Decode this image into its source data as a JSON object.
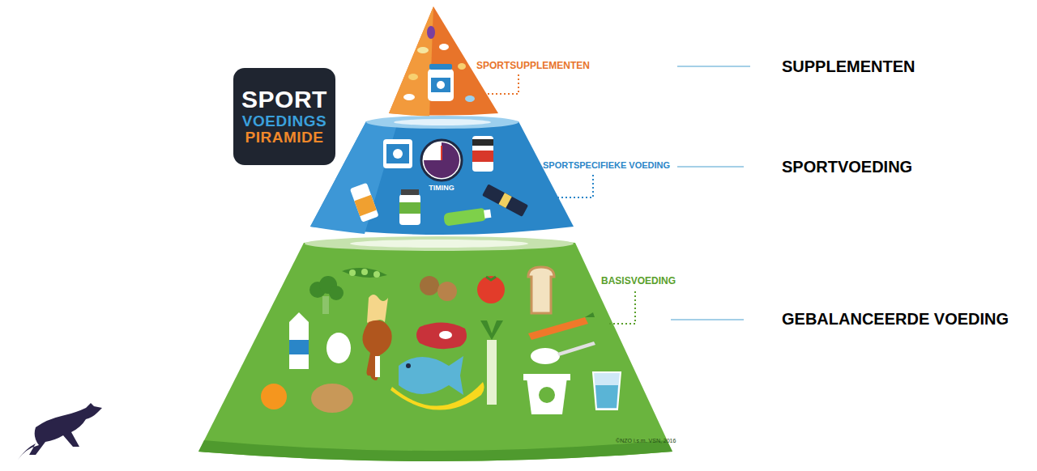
{
  "diagram": {
    "nodes": [
      {
        "text": [
          "SPORT",
          "VOEDINGS",
          "PIRAMIDE"
        ]
      },
      {
        "text": [
          "SPORTSUPPLEMENTEN"
        ]
      },
      {
        "text": [
          "SPORTSPECIFIEKE VOEDING",
          "TIMING"
        ]
      },
      {
        "text": [
          "BASISVOEDING"
        ]
      }
    ],
    "labels": [
      "SUPPLEMENTEN",
      "SPORTVOEDING",
      "GEBALANCEERDE VOEDING",
      "©NZO i.s.m. VSN, 2016"
    ]
  }
}
